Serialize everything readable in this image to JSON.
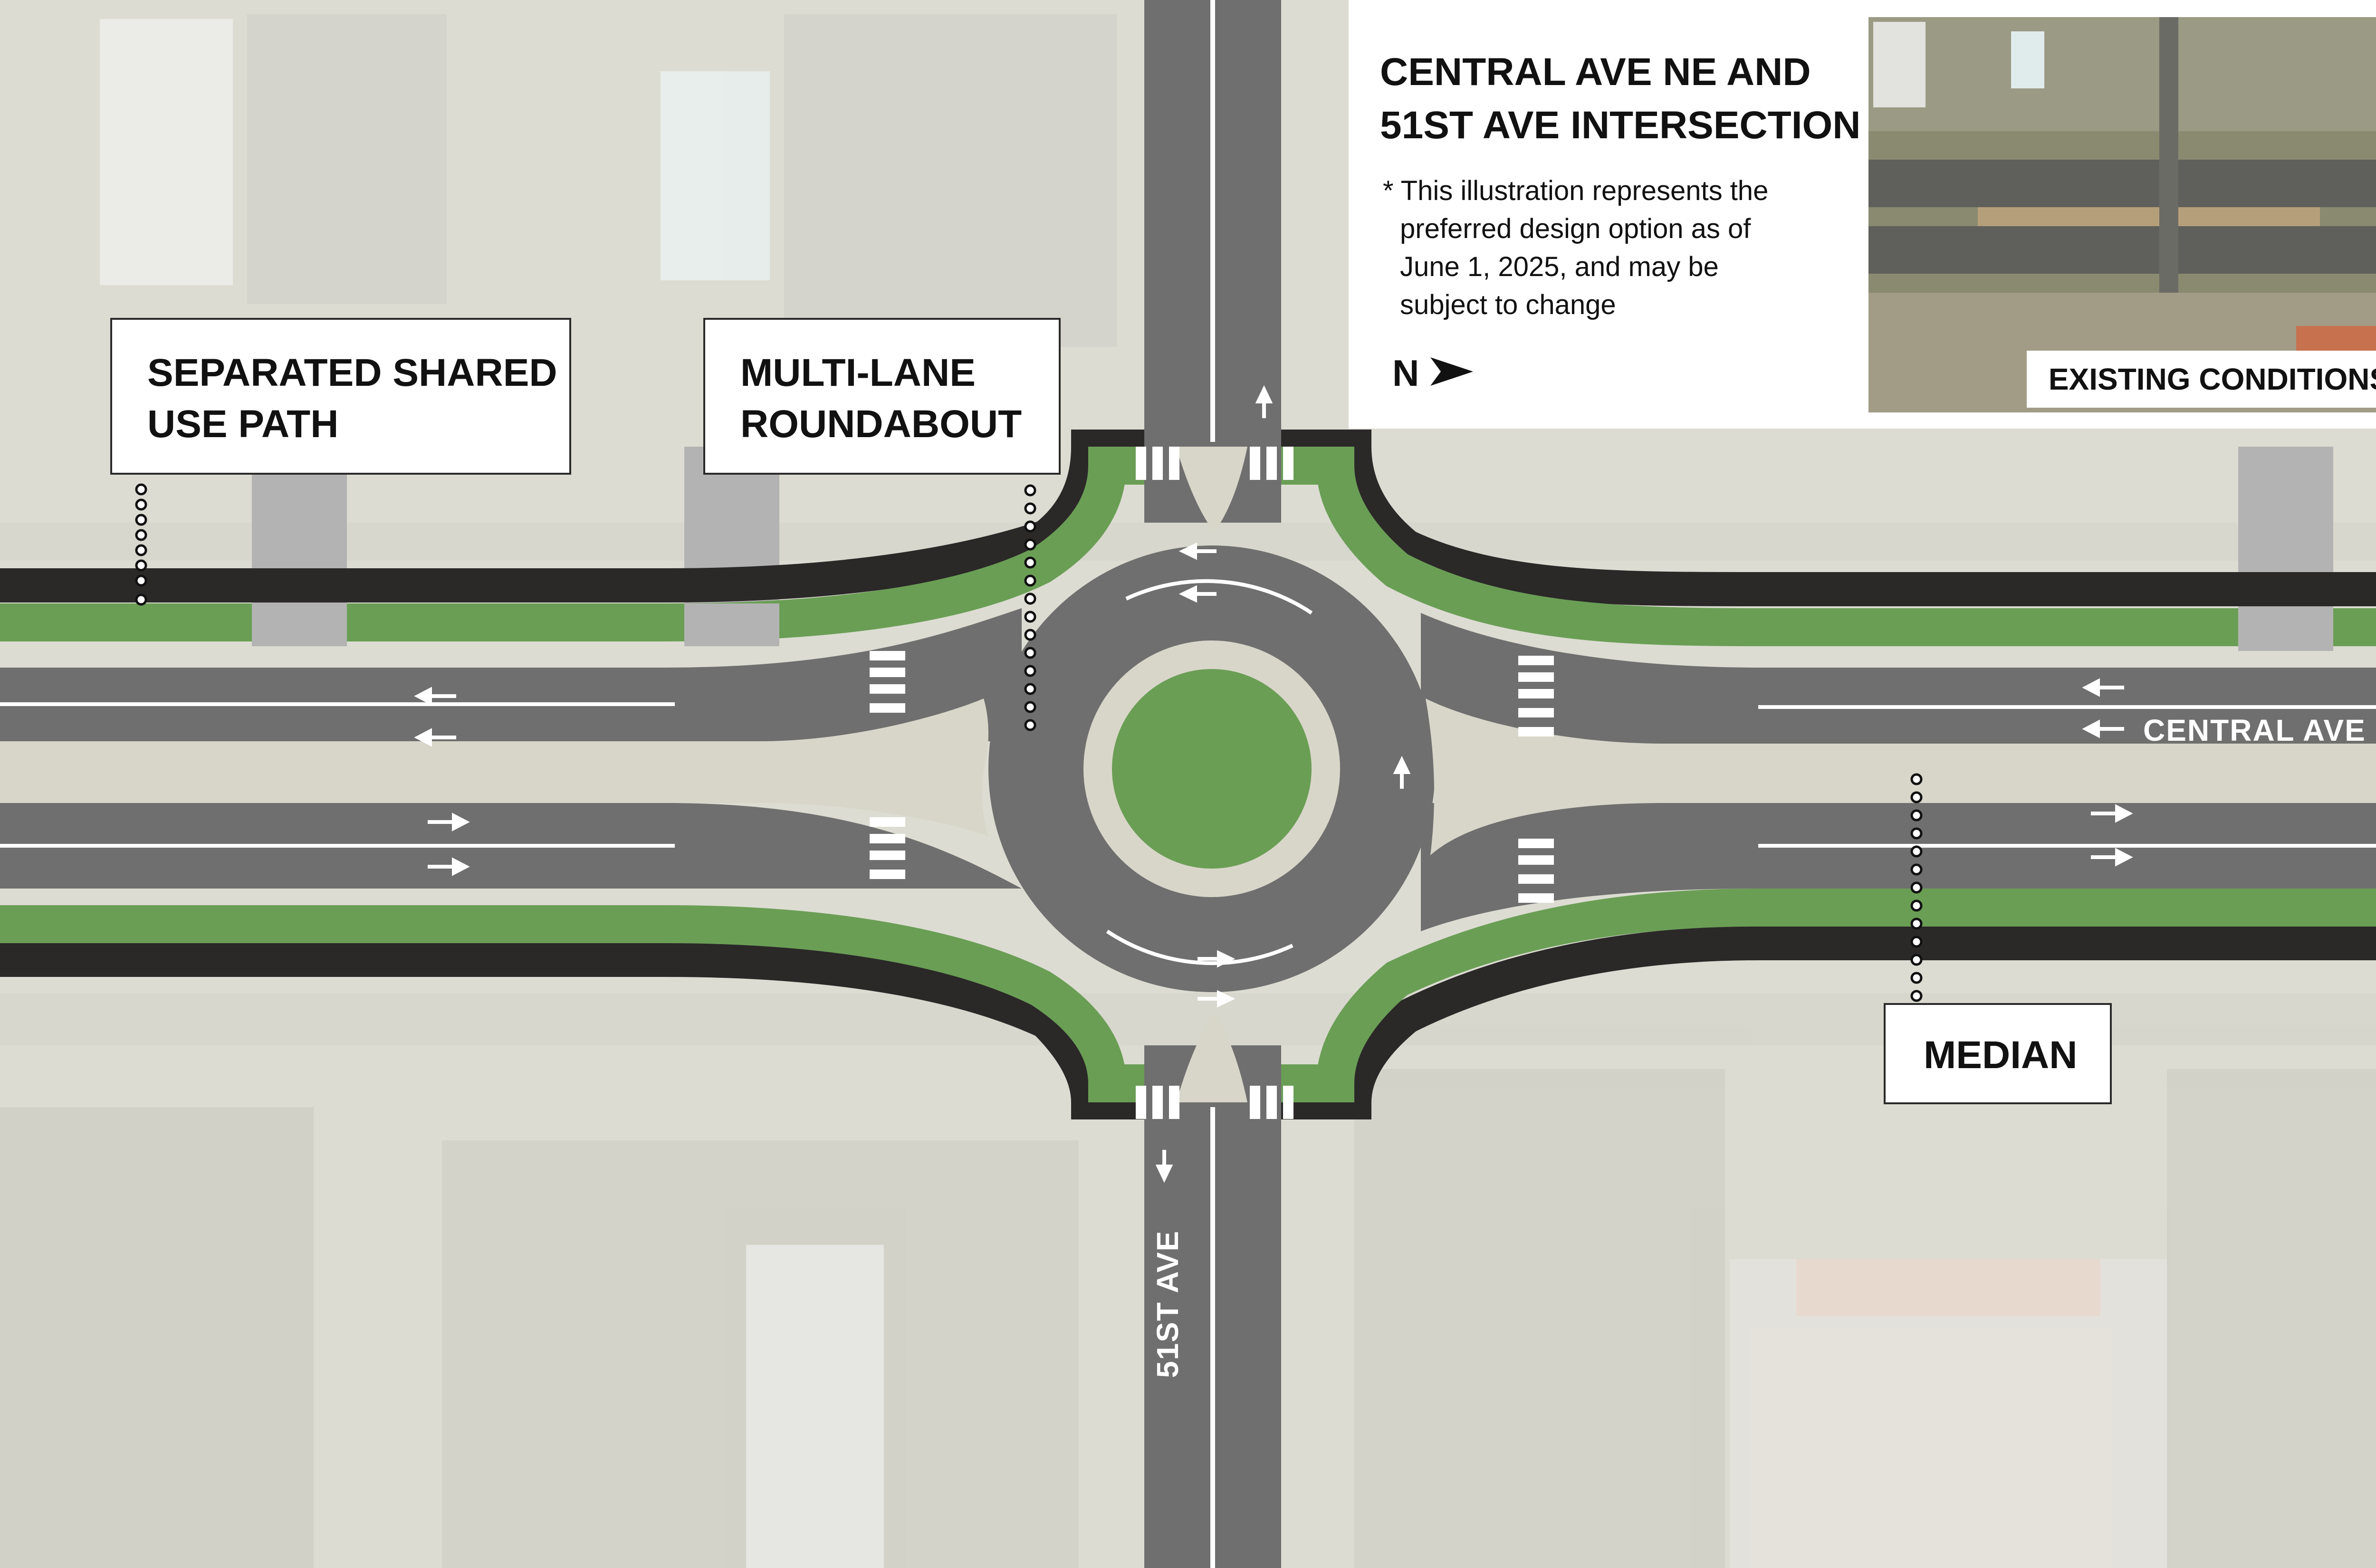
{
  "info": {
    "title_line1": "CENTRAL AVE NE AND",
    "title_line2": "51ST AVE INTERSECTION",
    "note_line1": "* This illustration represents the",
    "note_line2": "preferred design option as of",
    "note_line3": "June 1, 2025, and may be",
    "note_line4": "subject to change",
    "north_label": "N",
    "inset_label": "EXISTING CONDITIONS"
  },
  "callouts": {
    "shared_path_line1": "SEPARATED SHARED",
    "shared_path_line2": "USE PATH",
    "roundabout_line1": "MULTI-LANE",
    "roundabout_line2": "ROUNDABOUT",
    "median": "MEDIAN"
  },
  "roads": {
    "east_west": "CENTRAL AVE NE",
    "north_south": "51ST AVE"
  },
  "colors": {
    "asphalt": "#6f6f6f",
    "path": "#2b2828",
    "green": "#6a9e55",
    "concrete": "#d8d6c9",
    "crosswalk_gray": "#b3b3b3",
    "background_aerial": "#d9d9cf"
  }
}
